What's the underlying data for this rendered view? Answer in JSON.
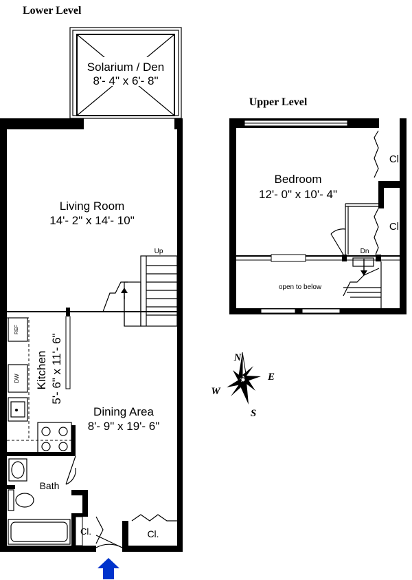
{
  "levels": {
    "lower": "Lower Level",
    "upper": "Upper Level"
  },
  "rooms": {
    "solarium": {
      "name": "Solarium / Den",
      "size": "8'- 4\" x 6'- 8\""
    },
    "living": {
      "name": "Living Room",
      "size": "14'- 2\" x 14'- 10\""
    },
    "kitchen": {
      "name": "Kitchen",
      "size": "5'- 6\" x 11'- 6\""
    },
    "dining": {
      "name": "Dining Area",
      "size": "8'- 9\" x 19'- 6\""
    },
    "bath": {
      "name": "Bath"
    },
    "bedroom": {
      "name": "Bedroom",
      "size": "12'- 0\" x 10'- 4\""
    }
  },
  "labels": {
    "closet": "Cl.",
    "stair_up": "Up",
    "stair_down": "Dn",
    "open_to_below": "open to below",
    "refrigerator": "REF",
    "dishwasher": "DW"
  },
  "compass": {
    "n": "N",
    "s": "S",
    "e": "E",
    "w": "W"
  },
  "colors": {
    "wall": "#000000",
    "entry_arrow": "#0033cc",
    "background": "#ffffff"
  }
}
